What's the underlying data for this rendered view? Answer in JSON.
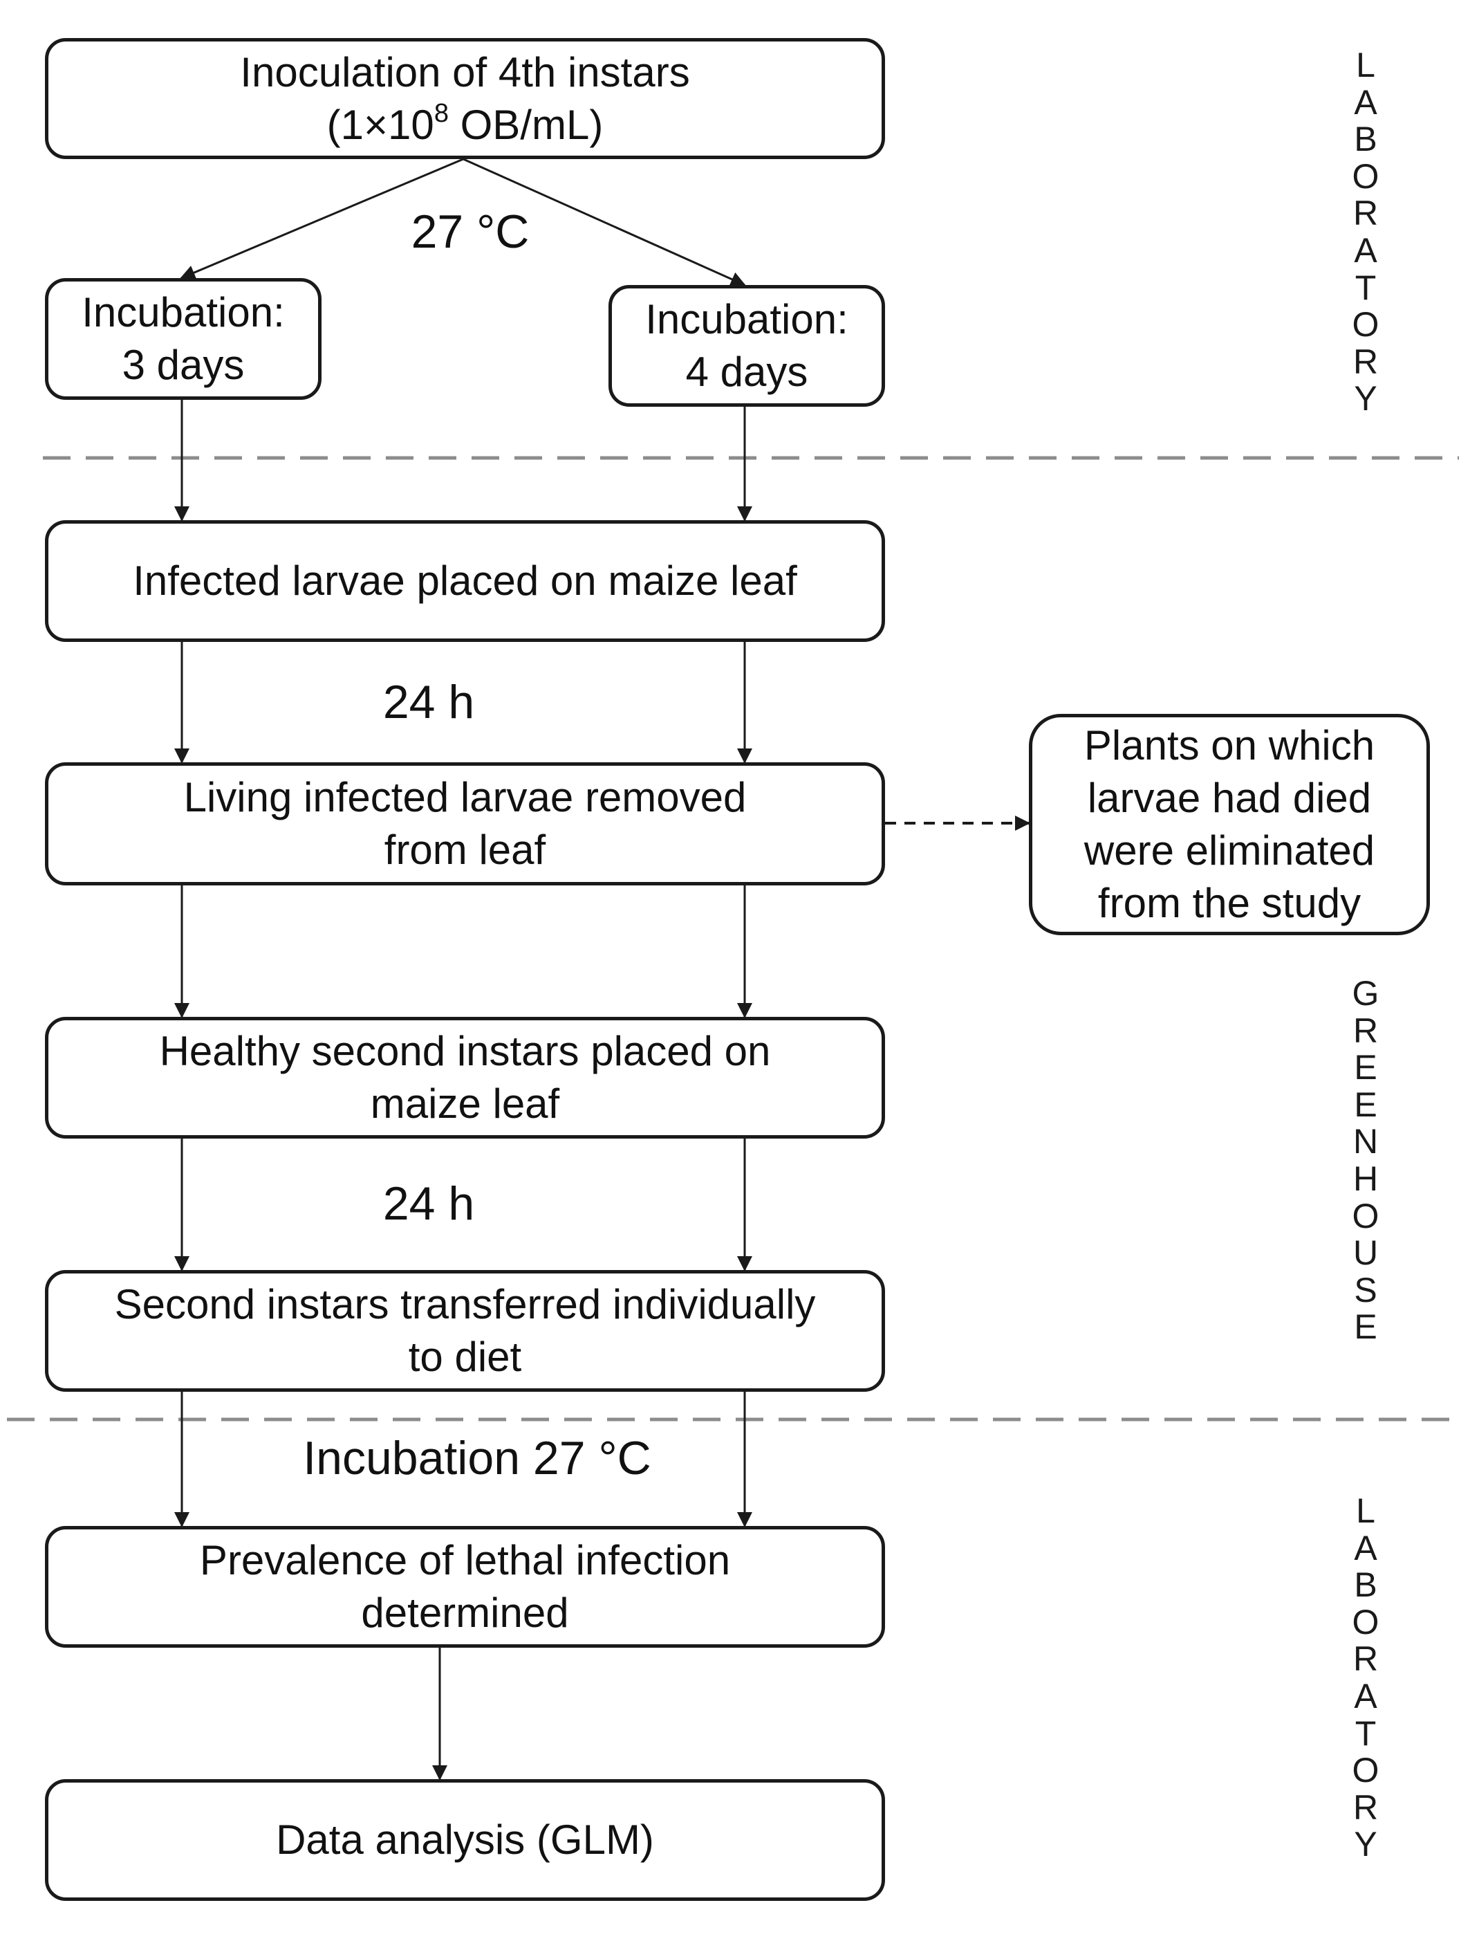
{
  "boxes": {
    "inoculation": {
      "line1": "Inoculation of 4th instars",
      "line2_prefix": "(1×10",
      "line2_sup": "8",
      "line2_suffix": " OB/mL)"
    },
    "incubation3": {
      "line1": "Incubation:",
      "line2": "3 days"
    },
    "incubation4": {
      "line1": "Incubation:",
      "line2": "4 days"
    },
    "infected_placed": {
      "line1": "Infected larvae placed on maize leaf"
    },
    "living_removed": {
      "line1": "Living infected larvae removed",
      "line2": "from leaf"
    },
    "plants_eliminated": {
      "line1": "Plants on which",
      "line2": "larvae had died",
      "line3": "were eliminated",
      "line4": "from the study"
    },
    "healthy_placed": {
      "line1": "Healthy second instars placed on",
      "line2": "maize leaf"
    },
    "transferred": {
      "line1": "Second instars transferred individually",
      "line2": "to diet"
    },
    "prevalence": {
      "line1": "Prevalence of lethal infection",
      "line2": "determined"
    },
    "analysis": {
      "line1": "Data analysis (GLM)"
    }
  },
  "labels": {
    "temp": "27 °C",
    "time1": "24 h",
    "time2": "24 h",
    "incubation_temp": "Incubation 27 °C"
  },
  "sections": {
    "laboratory_top": "LABORATORY",
    "greenhouse": "GREENHOUSE",
    "laboratory_bottom": "LABORATORY"
  },
  "colors": {
    "line": "#1a1a1a",
    "divider": "#8c8c8c"
  }
}
